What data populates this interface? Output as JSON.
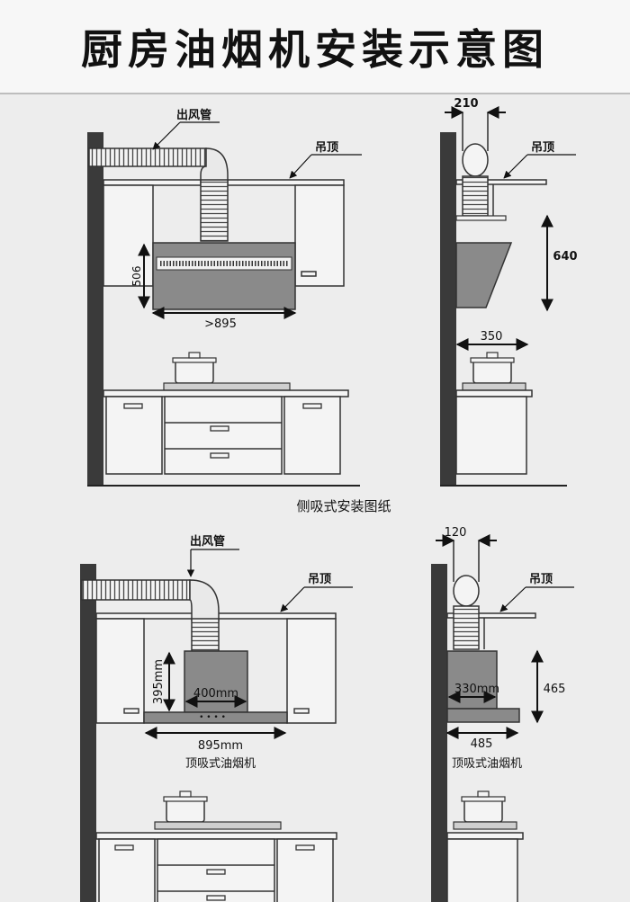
{
  "title": "厨房油烟机安装示意图",
  "side_suction": {
    "front": {
      "duct_label": "出风管",
      "ceiling_label": "吊顶",
      "height_dim": "506",
      "width_dim": ">895"
    },
    "side": {
      "pipe_dim": "210",
      "ceiling_label": "吊顶",
      "height_dim": "640",
      "depth_dim": "350"
    },
    "caption": "侧吸式安装图纸"
  },
  "top_suction": {
    "front": {
      "duct_label": "出风管",
      "ceiling_label": "吊顶",
      "height_dim": "395mm",
      "hood_width_dim": "400mm",
      "width_dim": "895mm",
      "caption": "顶吸式油烟机"
    },
    "side": {
      "pipe_dim": "120",
      "ceiling_label": "吊顶",
      "hood_dim": "330mm",
      "height_dim": "465",
      "depth_dim": "485",
      "caption": "顶吸式油烟机"
    }
  }
}
